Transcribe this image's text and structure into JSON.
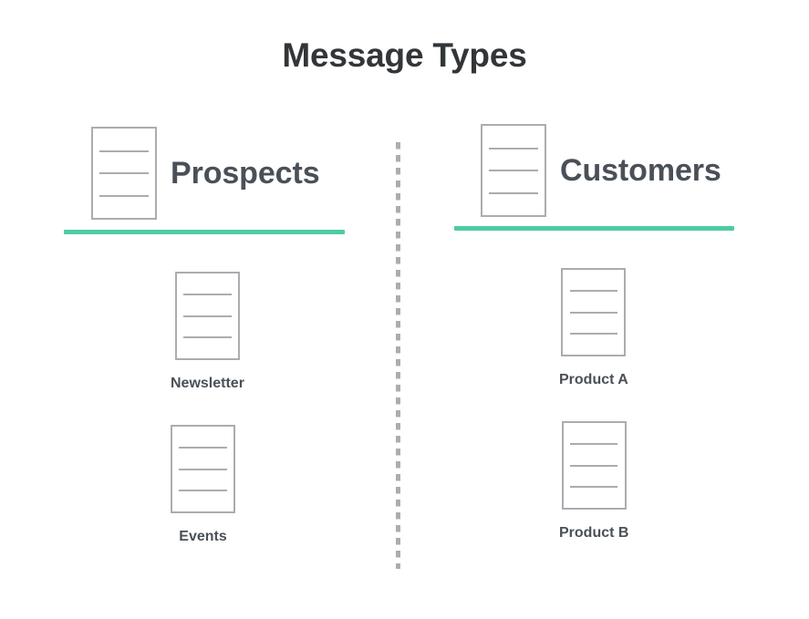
{
  "title": "Message Types",
  "theme": {
    "background": "#ffffff",
    "title_color": "#333639",
    "text_color": "#4a5057",
    "icon_outline": "#a9adb1",
    "accent_rule": "#4ecba5",
    "divider": "#adadad"
  },
  "columns": [
    {
      "id": "prospects",
      "header": "Prospects",
      "header_icon": "document-icon",
      "rule_color": "#4ecba5",
      "items": [
        {
          "label": "Newsletter",
          "icon": "document-icon"
        },
        {
          "label": "Events",
          "icon": "document-icon"
        }
      ]
    },
    {
      "id": "customers",
      "header": "Customers",
      "header_icon": "document-icon",
      "rule_color": "#4ecba5",
      "items": [
        {
          "label": "Product A",
          "icon": "document-icon"
        },
        {
          "label": "Product B",
          "icon": "document-icon"
        }
      ]
    }
  ],
  "divider": {
    "name": "vertical-dashed-divider",
    "style": "dashed",
    "color": "#adadad"
  }
}
